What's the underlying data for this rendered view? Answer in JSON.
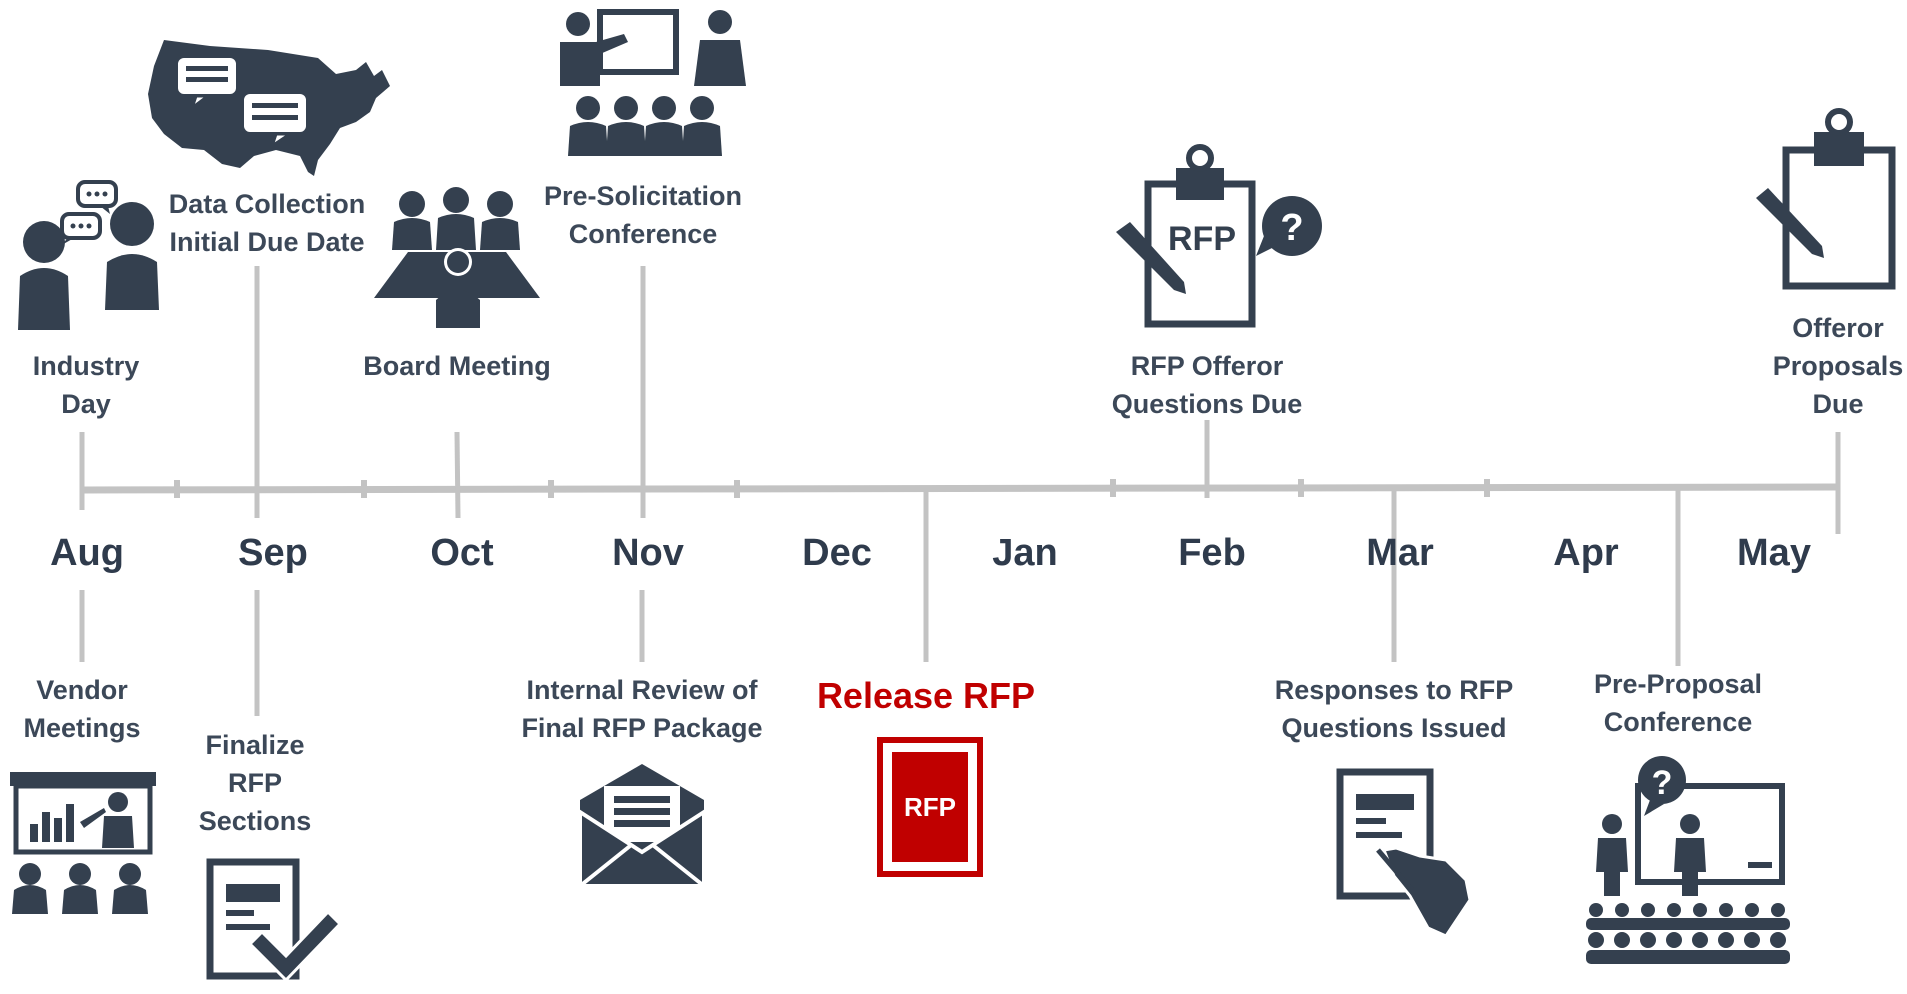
{
  "months": [
    "Aug",
    "Sep",
    "Oct",
    "Nov",
    "Dec",
    "Jan",
    "Feb",
    "Mar",
    "Apr",
    "May"
  ],
  "events_top": {
    "industry_day": [
      "Industry",
      "Day"
    ],
    "data_collection": [
      "Data Collection",
      "Initial Due Date"
    ],
    "board_meeting": [
      "Board Meeting"
    ],
    "pre_solicitation": [
      "Pre-Solicitation",
      "Conference"
    ],
    "rfp_questions_due": [
      "RFP Offeror",
      "Questions Due"
    ],
    "offeror_proposals": [
      "Offeror",
      "Proposals",
      "Due"
    ]
  },
  "events_bottom": {
    "vendor_meetings": [
      "Vendor",
      "Meetings"
    ],
    "finalize_sections": [
      "Finalize",
      "RFP",
      "Sections"
    ],
    "internal_review": [
      "Internal Review of",
      "Final RFP Package"
    ],
    "release_rfp": [
      "Release RFP"
    ],
    "responses_issued": [
      "Responses to RFP",
      "Questions Issued"
    ],
    "pre_proposal": [
      "Pre-Proposal",
      "Conference"
    ]
  },
  "icon_text": {
    "rfp_clipboard": "RFP",
    "rfp_document": "RFP",
    "question_mark": "?"
  },
  "colors": {
    "icon": "#34404f",
    "line": "#c3c3c3",
    "text": "#3c4858",
    "accent": "#c00000"
  }
}
